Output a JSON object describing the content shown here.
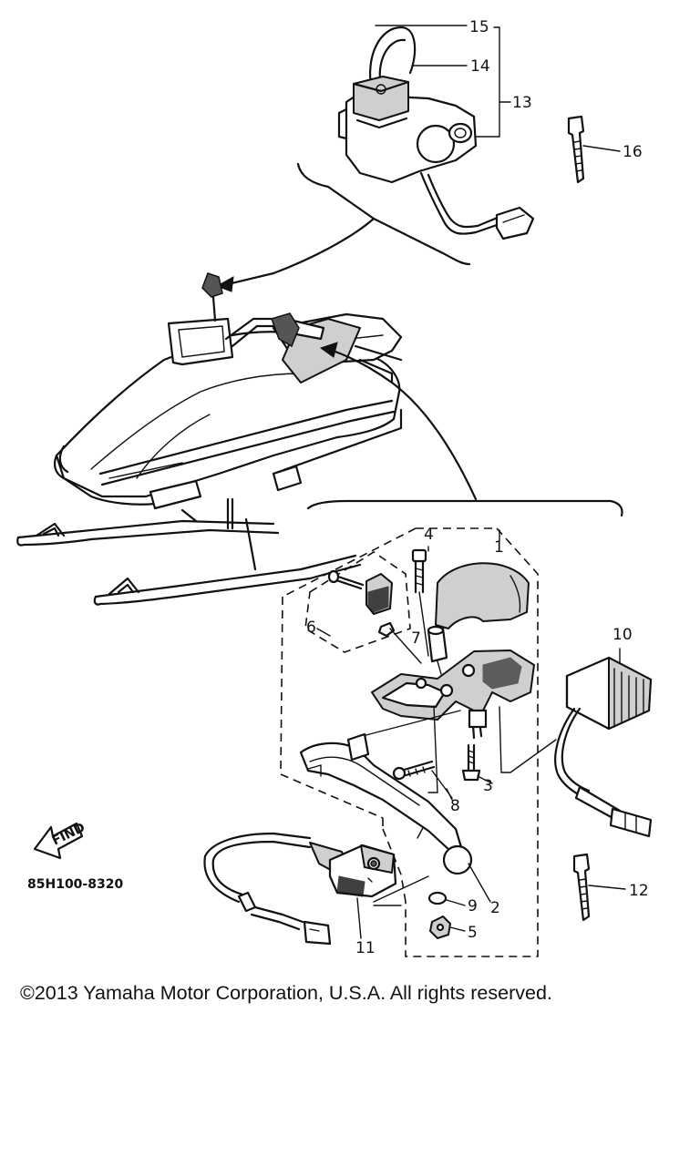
{
  "callouts": {
    "c1": "1",
    "c2": "2",
    "c3": "3",
    "c4": "4",
    "c5": "5",
    "c6": "6",
    "c7": "7",
    "c8": "8",
    "c9": "9",
    "c10": "10",
    "c11": "11",
    "c12": "12",
    "c13": "13",
    "c14": "14",
    "c15": "15",
    "c16": "16"
  },
  "find_label": "FIND",
  "diagram_code": "85H100-8320",
  "copyright": "©2013 Yamaha Motor Corporation, U.S.A. All rights reserved."
}
